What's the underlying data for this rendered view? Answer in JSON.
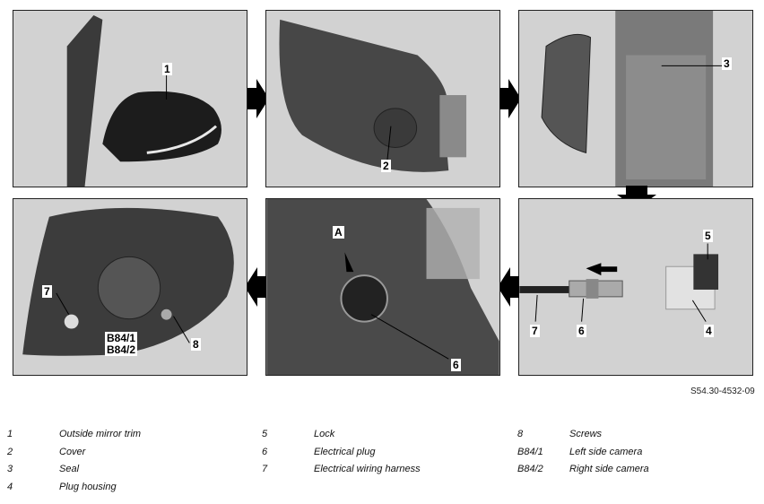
{
  "figure": {
    "reference": "S54.30-4532-09",
    "callouts": {
      "p1": [
        "1"
      ],
      "p2": [
        "2"
      ],
      "p3": [
        "3"
      ],
      "p4": [
        "5",
        "7",
        "6",
        "4"
      ],
      "p5": [
        "A",
        "6"
      ],
      "p6": [
        "7",
        "B84/1",
        "B84/2",
        "8"
      ]
    }
  },
  "legend": {
    "col1": [
      {
        "num": "1",
        "text": "Outside mirror trim"
      },
      {
        "num": "2",
        "text": "Cover"
      },
      {
        "num": "3",
        "text": "Seal"
      },
      {
        "num": "4",
        "text": "Plug housing"
      }
    ],
    "col2": [
      {
        "num": "5",
        "text": "Lock"
      },
      {
        "num": "6",
        "text": "Electrical plug"
      },
      {
        "num": "7",
        "text": "Electrical wiring harness"
      }
    ],
    "col3": [
      {
        "num": "8",
        "text": "Screws"
      },
      {
        "num": "B84/1",
        "text": "Left side camera"
      },
      {
        "num": "B84/2",
        "text": "Right side camera"
      }
    ]
  }
}
